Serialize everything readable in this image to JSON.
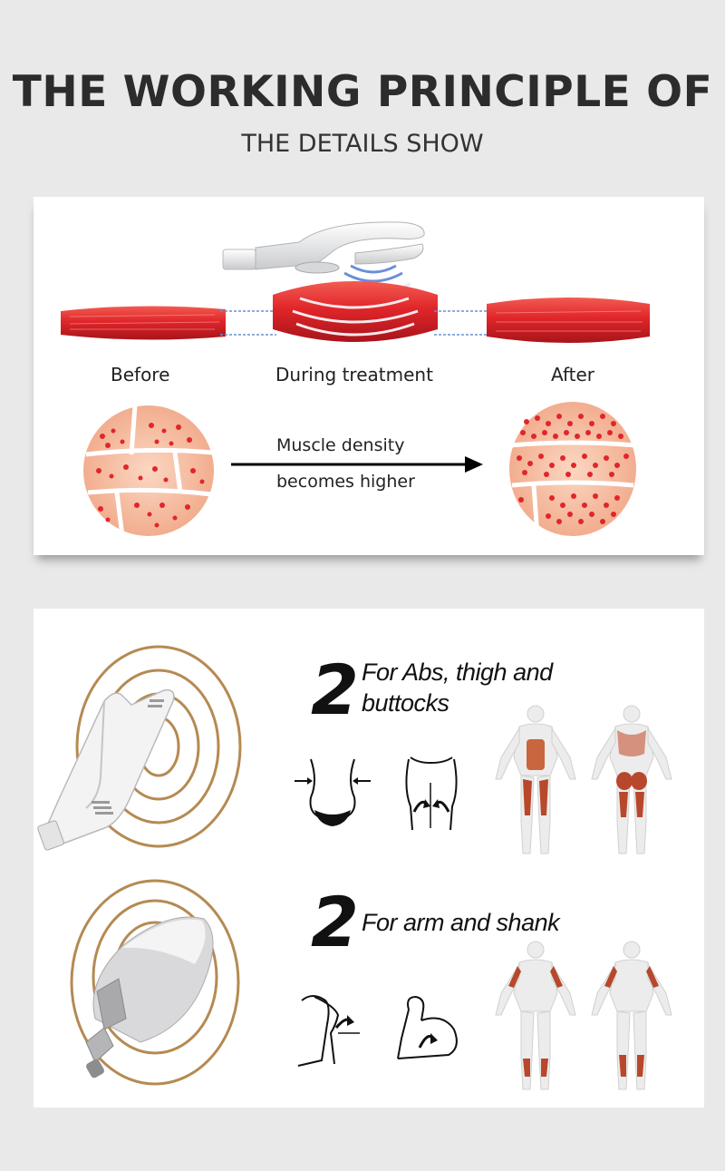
{
  "header": {
    "title": "THE WORKING PRINCIPLE OF",
    "subtitle": "THE DETAILS SHOW"
  },
  "stages": {
    "before": "Before",
    "during": "During treatment",
    "after": "After"
  },
  "density": {
    "line1": "Muscle density",
    "line2": "becomes higher"
  },
  "handle_large": {
    "number": "2",
    "text_line1": "For Abs, thigh and",
    "text_line2": "buttocks"
  },
  "handle_small": {
    "number": "2",
    "text": "For arm and shank"
  },
  "colors": {
    "background": "#e9e9e9",
    "muscle_red": "#e0262a",
    "tissue_peach": "#f7c3a6",
    "ring_gold": "#b58a52",
    "wave_blue": "#6a8fd8"
  }
}
